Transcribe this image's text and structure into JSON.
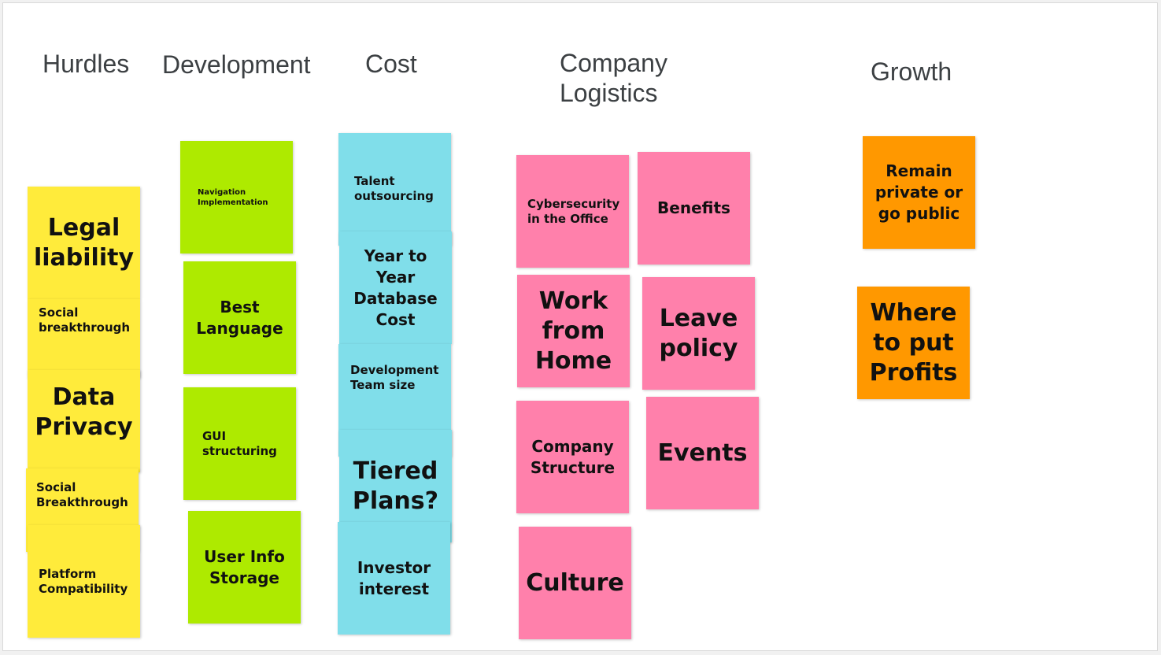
{
  "headings": {
    "hurdles": "Hurdles",
    "development": "Development",
    "cost": "Cost",
    "company_logistics": "Company\nLogistics",
    "growth": "Growth"
  },
  "notes": {
    "legal_liability": "Legal\nliability",
    "social_breakthrough_1": "Social\nbreakthrough",
    "data_privacy": "Data\nPrivacy",
    "social_breakthrough_2": "Social\nBreakthrough",
    "platform_compatibility": "Platform\nCompatibility",
    "navigation_implementation": "Navigation\nImplementation",
    "best_language": "Best\nLanguage",
    "gui_structuring": "GUI\nstructuring",
    "user_info_storage": "User Info\nStorage",
    "talent_outsourcing": "Talent\noutsourcing",
    "year_to_year_database_cost": "Year to\nYear\nDatabase\nCost",
    "development_team_size": "Development\nTeam size",
    "tiered_plans": "Tiered\nPlans?",
    "investor_interest": "Investor\ninterest",
    "cybersecurity_in_the_office": "Cybersecurity\nin the Office",
    "benefits": "Benefits",
    "work_from_home": "Work\nfrom\nHome",
    "leave_policy": "Leave\npolicy",
    "company_structure": "Company\nStructure",
    "events": "Events",
    "culture": "Culture",
    "remain_private_or_go_public": "Remain\nprivate or\ngo public",
    "where_to_put_profits": "Where\nto put\nProfits"
  },
  "colors": {
    "yellow": "#ffeb3b",
    "green": "#aeea00",
    "cyan": "#80deea",
    "pink": "#ff80ab",
    "orange": "#ff9800"
  }
}
